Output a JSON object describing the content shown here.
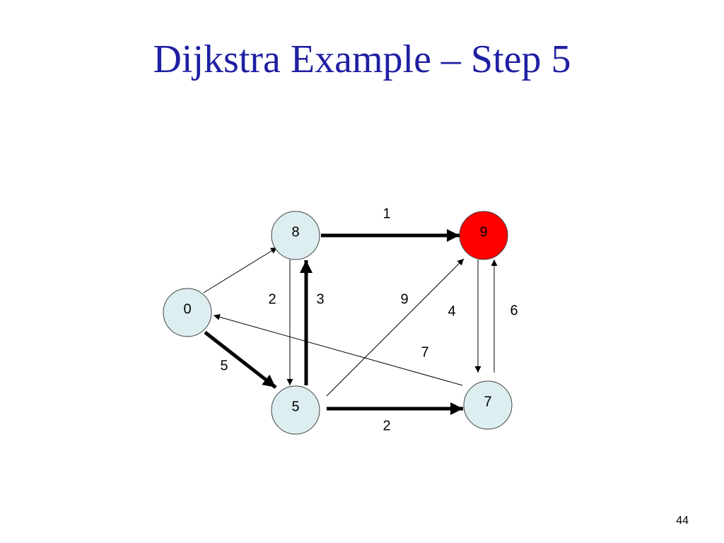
{
  "slide": {
    "title": "Dijkstra Example – Step 5",
    "page_number": "44"
  },
  "colors": {
    "title": "#1f1fa3",
    "node_fill": "#ddeef0",
    "node_selected_fill": "#ff0000",
    "edge": "#000000"
  },
  "graph": {
    "nodes": [
      {
        "id": "A",
        "label": "0",
        "selected": false
      },
      {
        "id": "B",
        "label": "8",
        "selected": false
      },
      {
        "id": "C",
        "label": "9",
        "selected": true
      },
      {
        "id": "D",
        "label": "5",
        "selected": false
      },
      {
        "id": "E",
        "label": "7",
        "selected": false
      }
    ],
    "edges": [
      {
        "id": "A-B",
        "from": "A",
        "to": "B",
        "weight": "",
        "bold": false
      },
      {
        "id": "A-D",
        "from": "A",
        "to": "D",
        "weight": "5",
        "bold": true
      },
      {
        "id": "B-C",
        "from": "B",
        "to": "C",
        "weight": "1",
        "bold": true
      },
      {
        "id": "B-D",
        "from": "B",
        "to": "D",
        "weight": "2",
        "bold": false
      },
      {
        "id": "D-B",
        "from": "D",
        "to": "B",
        "weight": "3",
        "bold": true
      },
      {
        "id": "D-C",
        "from": "D",
        "to": "C",
        "weight": "9",
        "bold": false
      },
      {
        "id": "C-E",
        "from": "C",
        "to": "E",
        "weight": "4",
        "bold": false
      },
      {
        "id": "E-C",
        "from": "E",
        "to": "C",
        "weight": "6",
        "bold": false
      },
      {
        "id": "E-A",
        "from": "E",
        "to": "A",
        "weight": "7",
        "bold": false
      },
      {
        "id": "D-E",
        "from": "D",
        "to": "E",
        "weight": "2",
        "bold": true
      }
    ]
  }
}
